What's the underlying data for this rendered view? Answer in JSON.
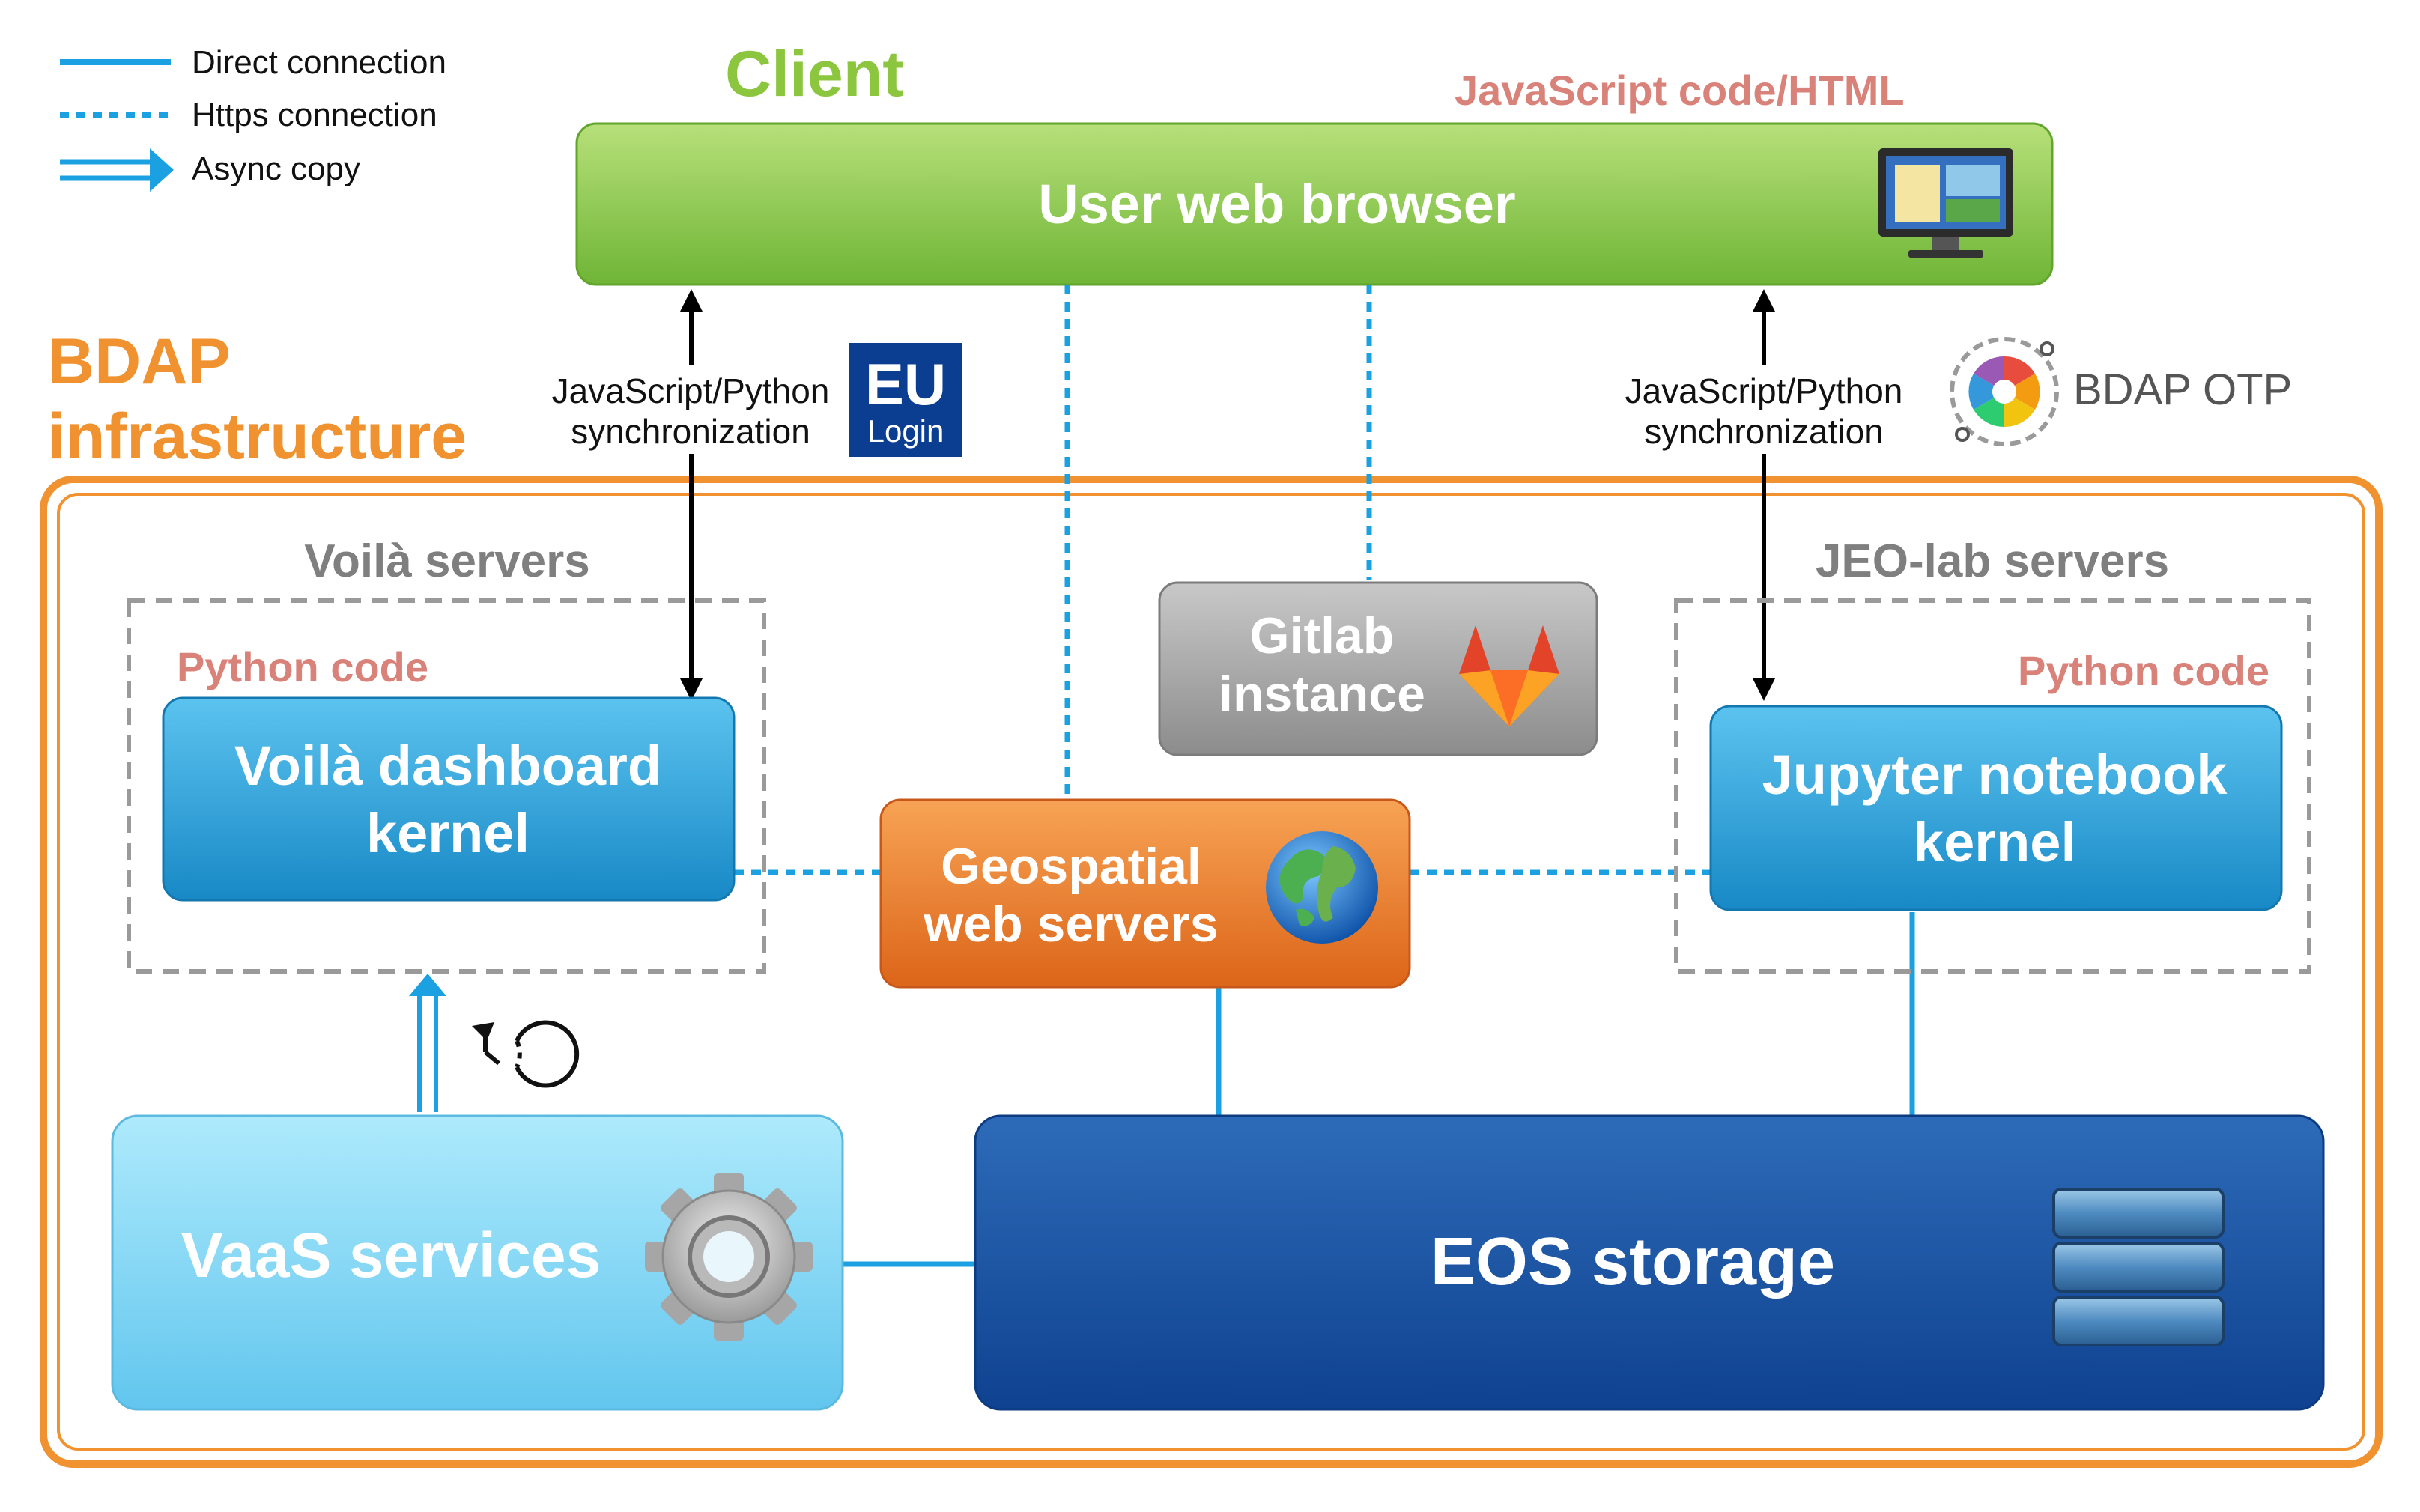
{
  "legend": {
    "direct": "Direct connection",
    "https": "Https connection",
    "async": "Async copy"
  },
  "client": {
    "title": "Client",
    "code_label": "JavaScript code/HTML",
    "browser": "User web browser"
  },
  "bdap": {
    "title_line1": "BDAP",
    "title_line2": "infrastructure"
  },
  "sync_left": {
    "line1": "JavaScript/Python",
    "line2": "synchronization"
  },
  "sync_right": {
    "line1": "JavaScript/Python",
    "line2": "synchronization"
  },
  "eu_login": {
    "line1": "EU",
    "line2": "Login"
  },
  "bdap_otp": "BDAP OTP",
  "voila": {
    "group_title": "Voilà servers",
    "code_label": "Python code",
    "line1": "Voilà dashboard",
    "line2": "kernel"
  },
  "jeolab": {
    "group_title": "JEO-lab servers",
    "code_label": "Python code",
    "line1": "Jupyter notebook",
    "line2": "kernel"
  },
  "gitlab": {
    "line1": "Gitlab",
    "line2": "instance"
  },
  "geo": {
    "line1": "Geospatial",
    "line2": "web servers"
  },
  "vaas": "VaaS services",
  "eos": "EOS storage",
  "colors": {
    "green": "#8cc63f",
    "orange": "#f0922f",
    "blue_line": "#1ba1e2",
    "pink_label": "#d9827a",
    "gray_label": "#7f7f7f"
  }
}
